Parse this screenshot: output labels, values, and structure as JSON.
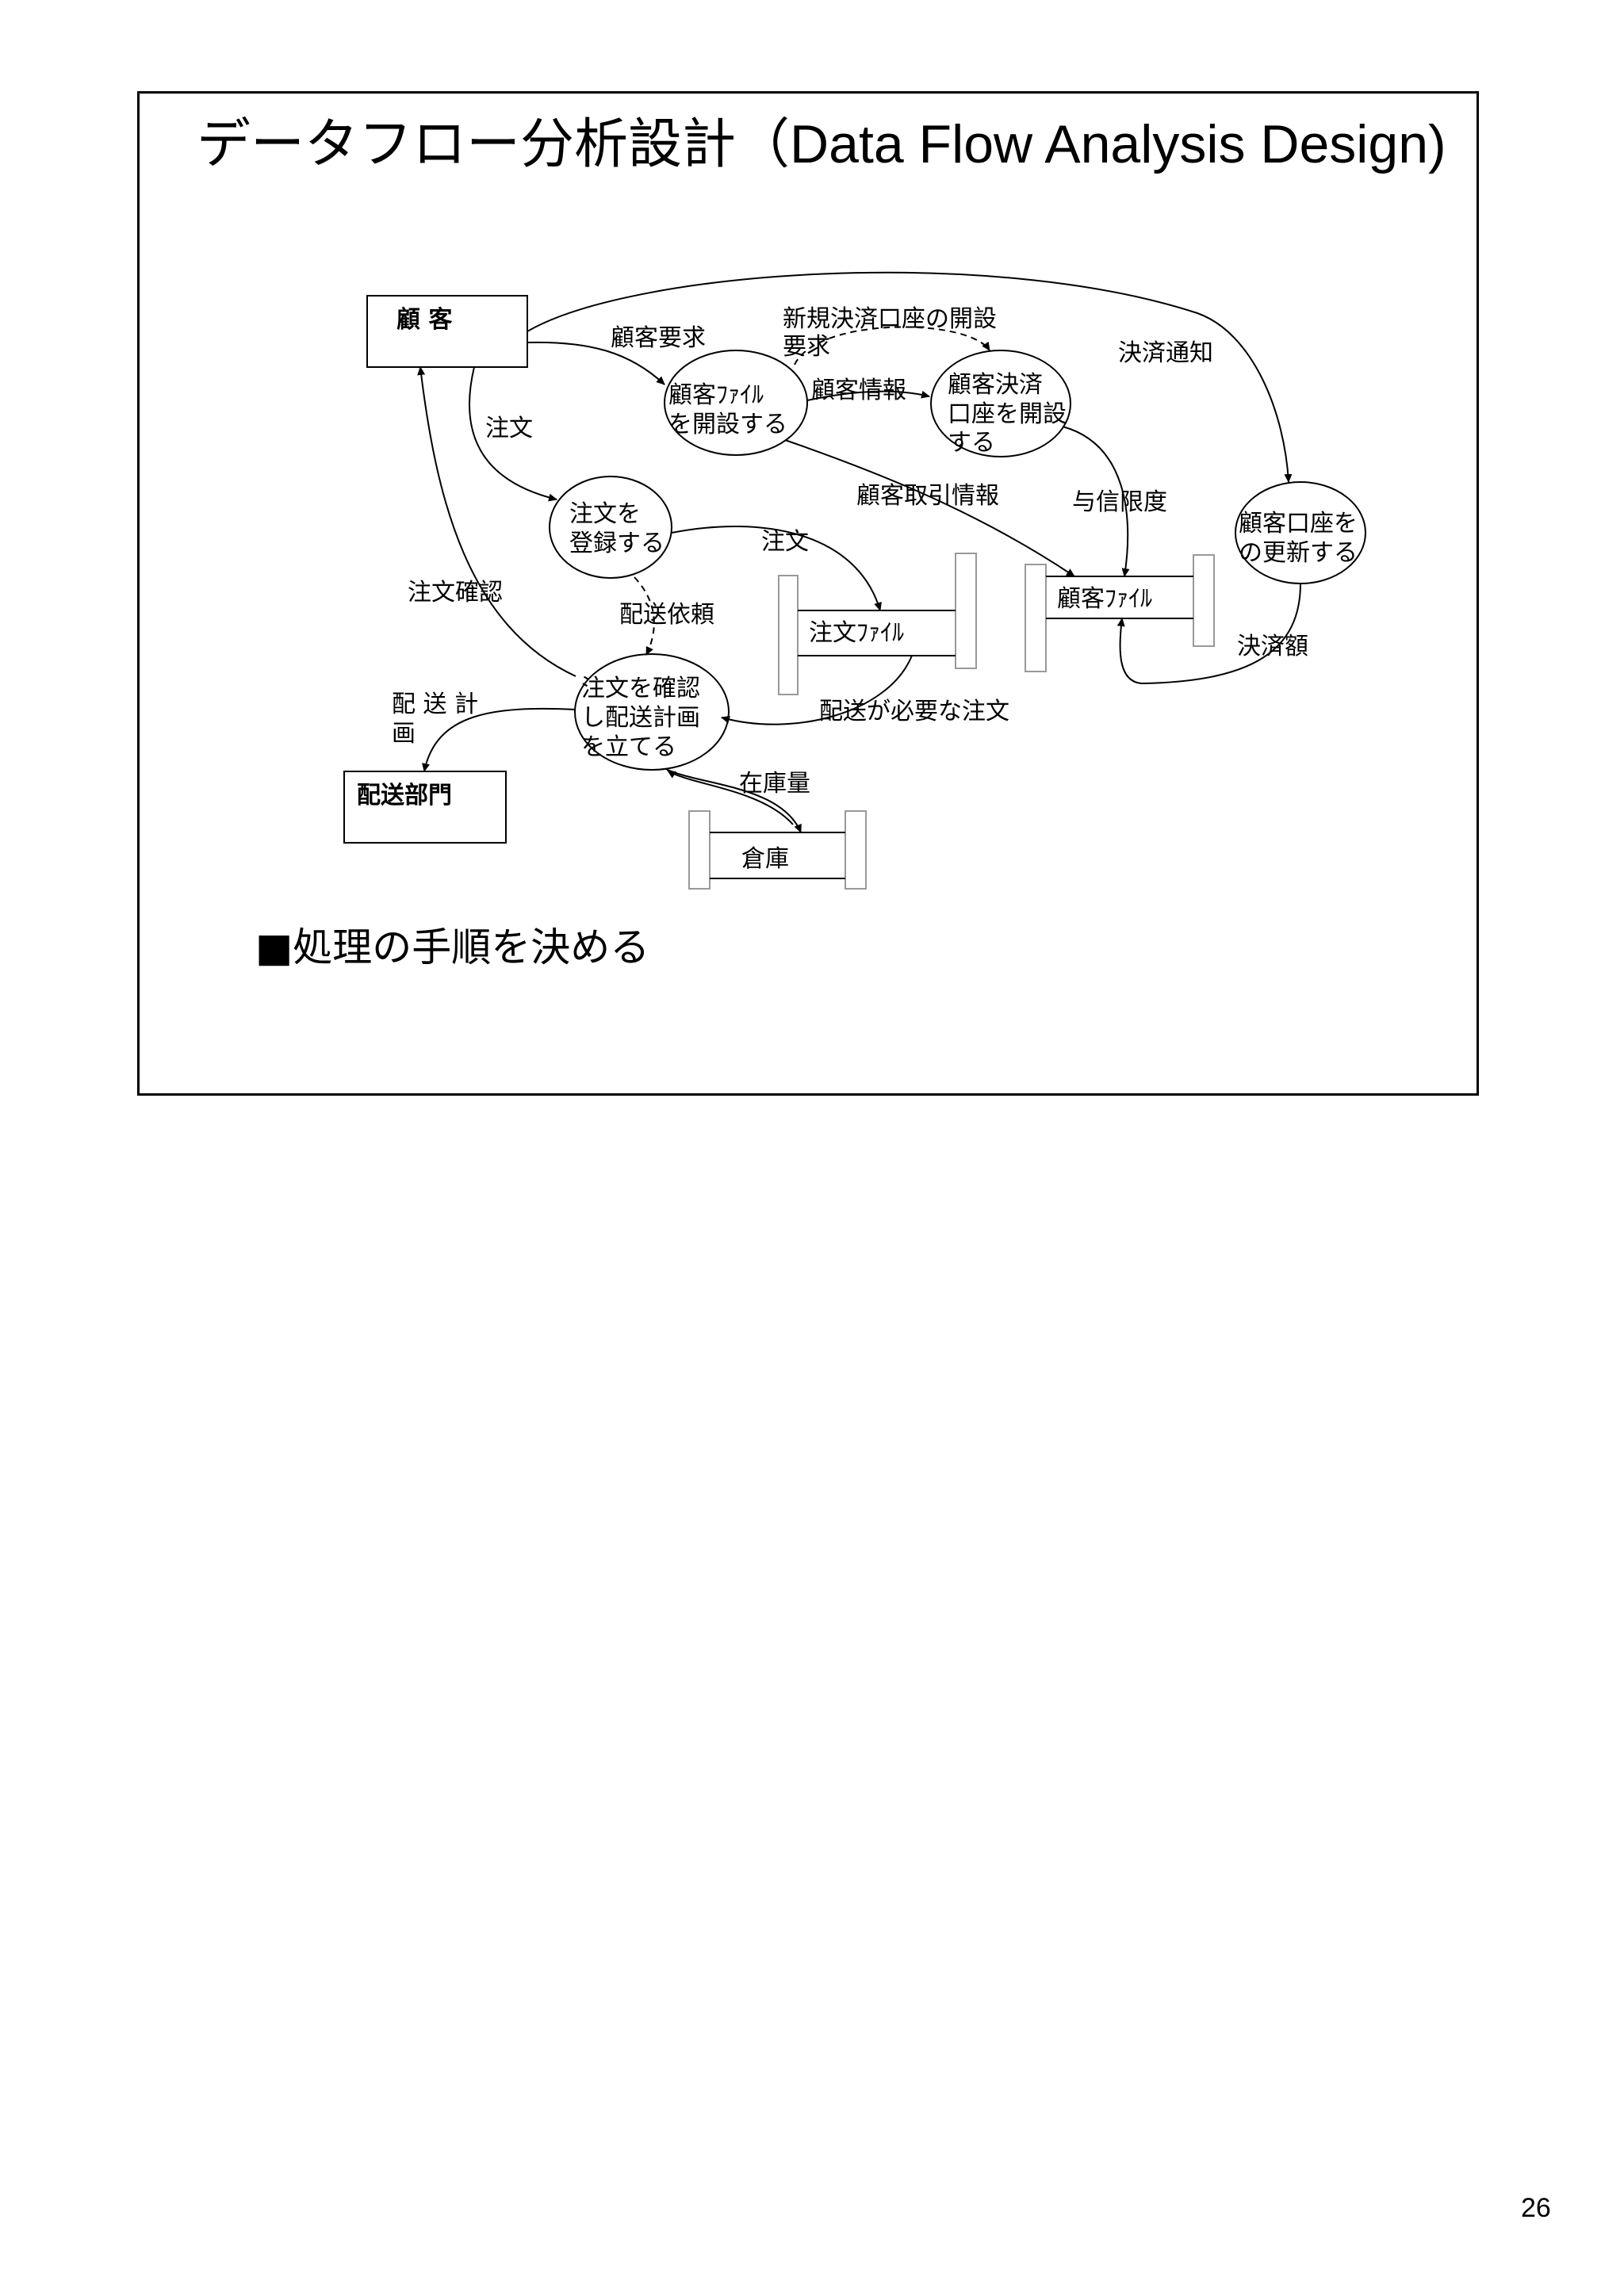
{
  "slide": {
    "title_ja": "データフロー分析設計",
    "title_en": "（Data Flow Analysis Design)",
    "bullet": "■処理の手順を決める"
  },
  "diagram": {
    "externals": {
      "customer": "顧 客",
      "delivery_dept": "配送部門"
    },
    "processes": {
      "open_customer_file": [
        "顧客ﾌｧｲﾙ",
        "を開設する"
      ],
      "open_payment_account": [
        "顧客決済",
        "口座を開設",
        "する"
      ],
      "register_order": [
        "注文を",
        "登録する"
      ],
      "update_customer_account": [
        "顧客口座を",
        "の更新する"
      ],
      "plan_delivery": [
        "注文を確認",
        "し配送計画",
        "を立てる"
      ]
    },
    "stores": {
      "customer_file": "顧客ﾌｧｲﾙ",
      "order_file": "注文ﾌｧｲﾙ",
      "warehouse": "倉庫"
    },
    "flows": {
      "customer_request": "顧客要求",
      "new_account_request": [
        "新規決済口座の開設",
        "要求"
      ],
      "customer_info": "顧客情報",
      "payment_notice": "決済通知",
      "order_1": "注文",
      "customer_transaction_info": "顧客取引情報",
      "credit_limit": "与信限度",
      "order_2": "注文",
      "order_confirmation": "注文確認",
      "delivery_request": "配送依頼",
      "payment_amount": "決済額",
      "delivery_plan": [
        "配 送 計",
        "画"
      ],
      "orders_needing_delivery": "配送が必要な注文",
      "stock_quantity": "在庫量"
    }
  },
  "page_number": "26"
}
